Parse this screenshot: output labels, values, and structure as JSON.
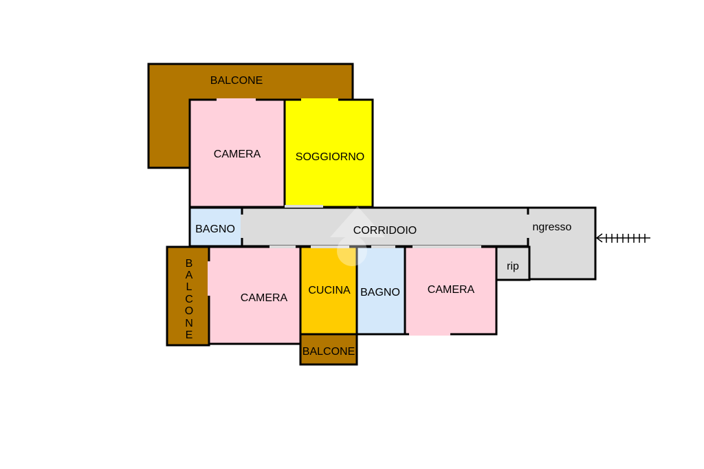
{
  "colors": {
    "balcone": "#b27600",
    "camera": "#ffd1dc",
    "soggiorno": "#ffff00",
    "bagno": "#d4e8fa",
    "corridoio": "#dcdcdc",
    "cucina": "#ffcc00",
    "rip": "#dcdcdc",
    "wall": "#000000"
  },
  "rooms": {
    "balcone_top": "BALCONE",
    "camera_top": "CAMERA",
    "soggiorno": "SOGGIORNO",
    "bagno_left": "BAGNO",
    "corridoio": "CORRIDOIO",
    "ingresso": "ngresso",
    "balcone_left": [
      "B",
      "A",
      "L",
      "C",
      "O",
      "N",
      "E"
    ],
    "camera_bottom_left": "CAMERA",
    "cucina": "CUCINA",
    "bagno_right": "BAGNO",
    "camera_bottom_right": "CAMERA",
    "rip": "rip",
    "balcone_bottom": "BALCONE"
  },
  "entrance_icon": "entrance-arrow-icon",
  "watermark_icon": "home-watermark-icon"
}
